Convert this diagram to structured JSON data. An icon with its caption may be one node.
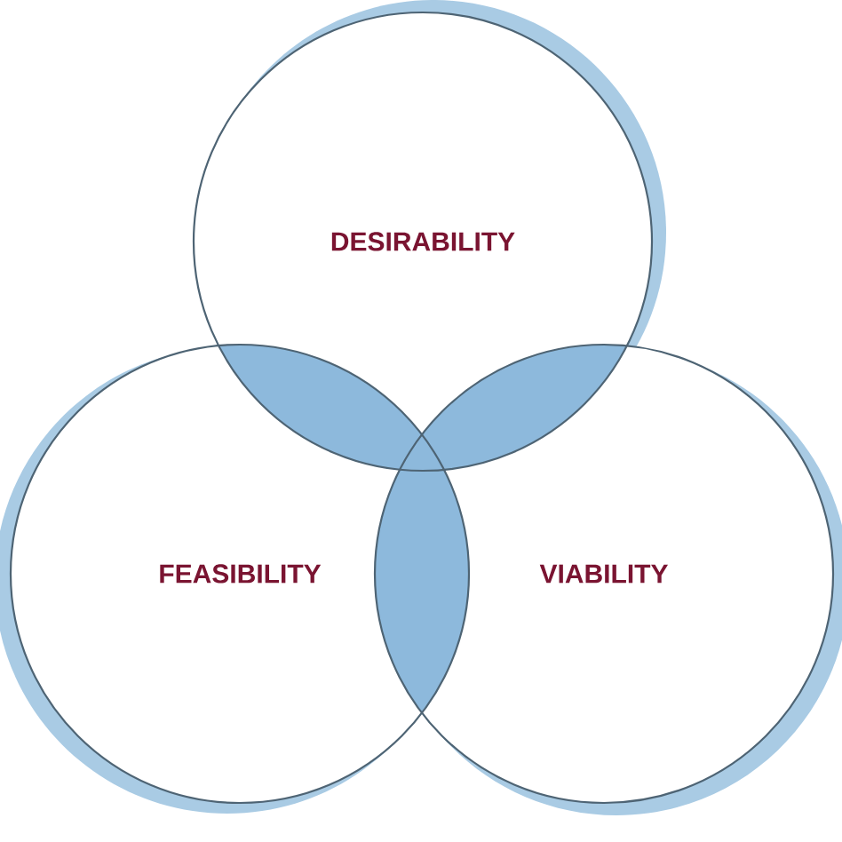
{
  "diagram": {
    "nodes": [
      {
        "text": [
          "DESIRABILITY"
        ]
      },
      {
        "text": [
          "FEASIBILITY"
        ]
      },
      {
        "text": [
          "VIABILITY"
        ]
      }
    ]
  }
}
